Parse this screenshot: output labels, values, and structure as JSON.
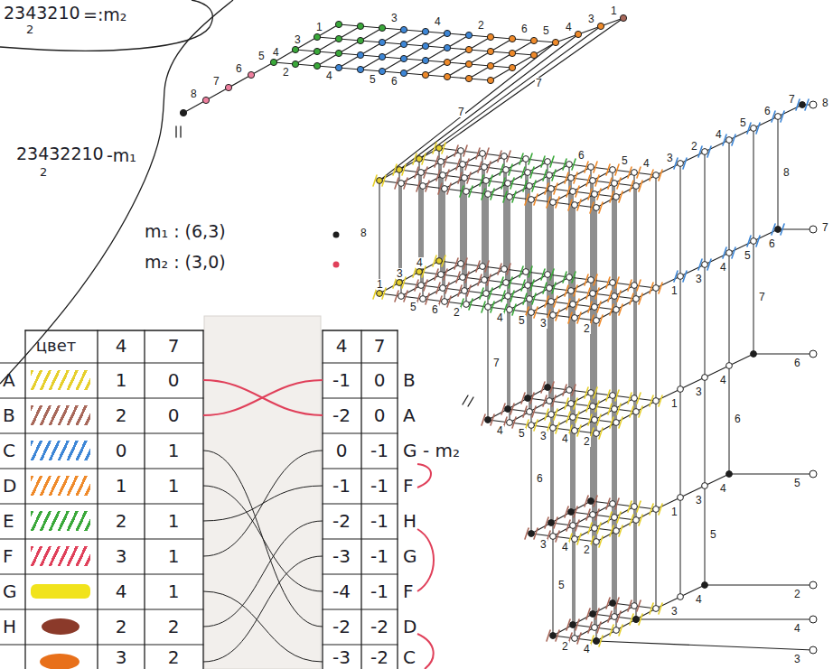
{
  "diagram": {
    "labels": [
      "2343210",
      "2",
      "=:m₂",
      "23432210",
      "2",
      "-m₁",
      "m₁ : (6,3)",
      "m₂ : (3,0)",
      "8",
      "8",
      "7",
      "6",
      "5",
      "4",
      "3",
      "1",
      "2",
      "4",
      "5",
      "6",
      "3",
      "4",
      "2",
      "6",
      "5",
      "4",
      "3",
      "1",
      "6",
      "5",
      "4",
      "3",
      "2",
      "4",
      "5",
      "6",
      "7",
      "1",
      "3",
      "4",
      "5",
      "6",
      "2",
      "4",
      "5",
      "3",
      "2",
      "1",
      "3",
      "4",
      "5",
      "6",
      "4",
      "5",
      "3",
      "4",
      "2",
      "1",
      "3",
      "4",
      "3",
      "4",
      "2",
      "1",
      "3",
      "4",
      "2",
      "4",
      "3",
      "4",
      "8",
      "7",
      "6",
      "5",
      "7",
      "6",
      "5",
      "8",
      "7",
      "6",
      "5",
      "2",
      "4",
      "3",
      "7",
      "7",
      "цвет",
      "4",
      "7",
      "1",
      "0",
      "2",
      "0",
      "0",
      "1",
      "1",
      "1",
      "2",
      "1",
      "3",
      "1",
      "4",
      "1",
      "2",
      "2",
      "3",
      "2",
      "4",
      "7",
      "-1",
      "0",
      "B",
      "-2",
      "0",
      "A",
      "0",
      "-1",
      "G",
      "- m₂",
      "-1",
      "-1",
      "F",
      "-2",
      "-1",
      "H",
      "-3",
      "-1",
      "G",
      "-4",
      "-1",
      "F",
      "-2",
      "-2",
      "D",
      "-3",
      "-2",
      "C"
    ],
    "legend": [
      {
        "text": "A",
        "color": "#e6cf2c"
      },
      {
        "text": "B",
        "color": "#a8685a"
      },
      {
        "text": "C",
        "color": "#3d86d6"
      },
      {
        "text": "D",
        "color": "#ef8a2a"
      },
      {
        "text": "E",
        "color": "#3aa83a"
      },
      {
        "text": "F",
        "color": "#e0405a"
      },
      {
        "text": "G",
        "color": "#f1e31c"
      },
      {
        "text": "H",
        "color": "#8b3a2a"
      }
    ]
  }
}
